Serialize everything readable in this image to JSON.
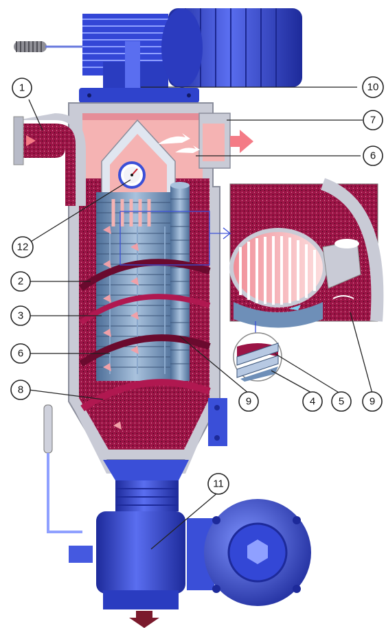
{
  "diagram": {
    "callouts": [
      {
        "id": "c1",
        "label": "1"
      },
      {
        "id": "c10",
        "label": "10"
      },
      {
        "id": "c7",
        "label": "7"
      },
      {
        "id": "c6a",
        "label": "6"
      },
      {
        "id": "c12",
        "label": "12"
      },
      {
        "id": "c2",
        "label": "2"
      },
      {
        "id": "c3",
        "label": "3"
      },
      {
        "id": "c6b",
        "label": "6"
      },
      {
        "id": "c8",
        "label": "8"
      },
      {
        "id": "c9a",
        "label": "9"
      },
      {
        "id": "c4",
        "label": "4"
      },
      {
        "id": "c5",
        "label": "5"
      },
      {
        "id": "c9b",
        "label": "9"
      },
      {
        "id": "c11",
        "label": "11"
      }
    ],
    "colors": {
      "housing_blue": "#3a4fd8",
      "housing_dark": "#1d2a9a",
      "housing_light": "#8fa0ff",
      "shell_grey": "#c9cbd6",
      "fluid_crimson": "#9b1446",
      "fluid_dark": "#6a0a2e",
      "clean_pink": "#f5b3b3",
      "arrow_pink": "#f47b86",
      "screen_blue": "#6e8fb8",
      "flow_arrow": "#f0a0a8"
    }
  }
}
